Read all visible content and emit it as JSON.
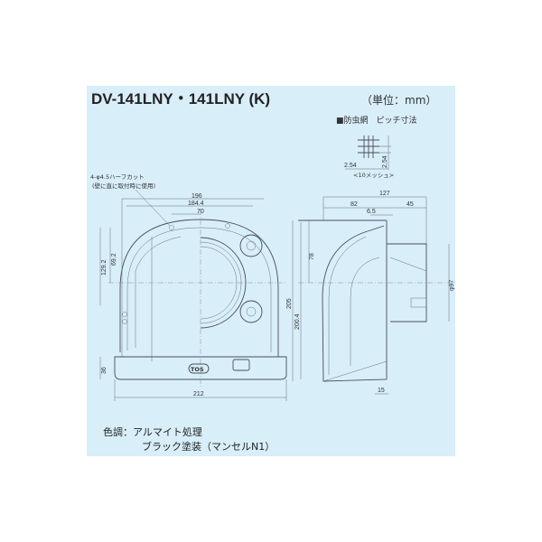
{
  "title": "DV-141LNY・141LNY (K)",
  "unit_label": "（単位：mm）",
  "mesh": {
    "heading": "■防虫網　ピッチ寸法",
    "pitch_h": "2.54",
    "pitch_v": "2.54",
    "caption": "<10メッシュ>"
  },
  "front_view": {
    "hole_note_1": "4-φ4.5ハーフカット",
    "hole_note_2": "(壁に直に取付時に使用)",
    "dim_196": "196",
    "dim_184_4": "184.4",
    "dim_70": "70",
    "dim_129_2": "129.2",
    "dim_69_2": "69.2",
    "dim_36": "36",
    "dim_212": "212",
    "dim_205": "205",
    "dim_200_4": "200.4",
    "logo": "TOS"
  },
  "side_view": {
    "dim_127": "127",
    "dim_82": "82",
    "dim_45": "45",
    "dim_6_5": "6.5",
    "dim_78": "78",
    "dim_205": "205",
    "dim_200_4": "200.4",
    "dim_97": "φ97",
    "dim_15": "15"
  },
  "color_note": {
    "label": "色調：アルマイト処理",
    "line2": "ブラック塗装（マンセルN1）"
  },
  "colors": {
    "background": "#d8eef9",
    "line": "#4a4f57"
  }
}
